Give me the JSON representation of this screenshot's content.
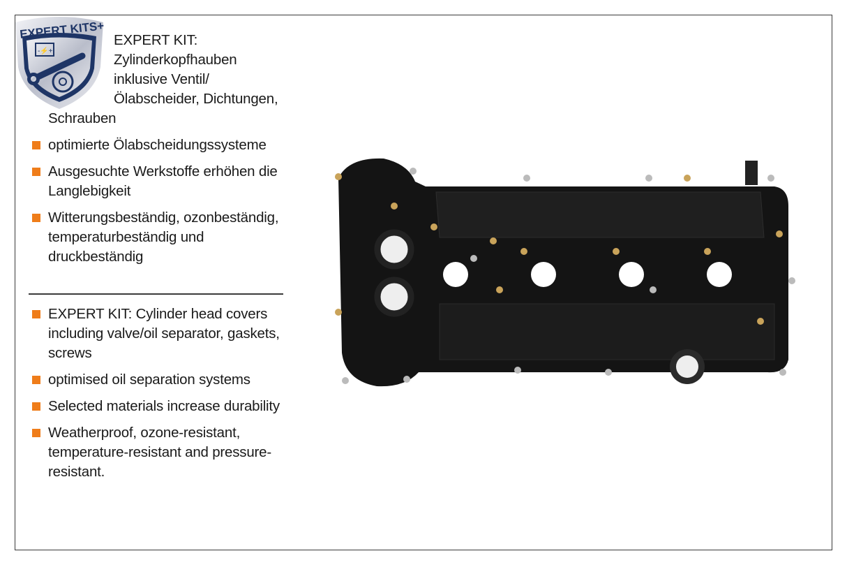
{
  "badge": {
    "text": "EXPERT KITS+",
    "colors": {
      "navy": "#1e3566",
      "silver": "#c9ccd6"
    }
  },
  "german": {
    "items": [
      "EXPERT KIT: Zylinderkopfhauben inklusive Ventil/ Ölabscheider, Dichtungen, Schrauben",
      "optimierte Ölabscheidungssysteme",
      "Ausgesuchte Werkstoffe erhöhen die Langlebigkeit",
      "Witterungsbeständig, ozonbeständig, temperaturbeständig und druckbeständig"
    ]
  },
  "english": {
    "items": [
      "EXPERT KIT: Cylinder head covers including valve/oil separator, gaskets, screws",
      "optimised oil separation systems",
      "Selected materials increase durability",
      "Weatherproof, ozone-resistant, temperature-resistant and pressure-resistant."
    ]
  },
  "colors": {
    "bullet": "#ef7d1a",
    "border": "#3a3a3a"
  },
  "product_image": "cylinder-head-cover"
}
